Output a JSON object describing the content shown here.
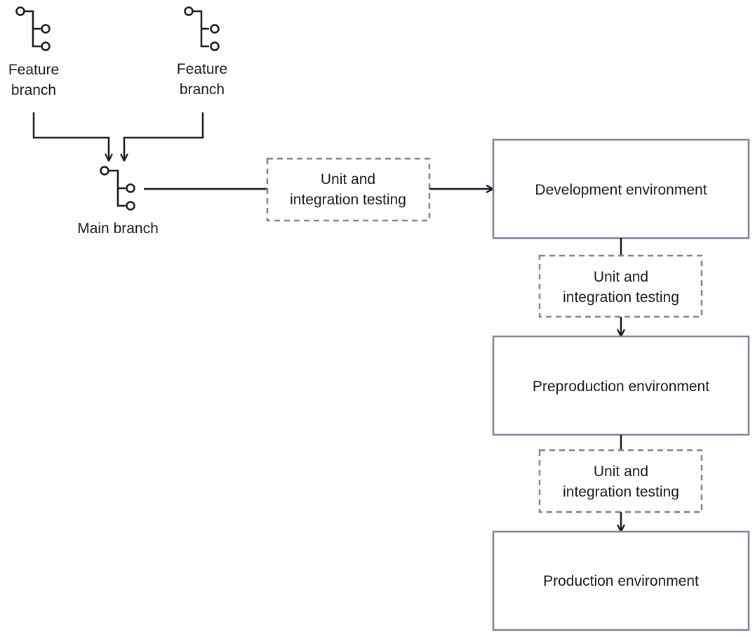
{
  "branches": {
    "feature_left": {
      "line1": "Feature",
      "line2": "branch"
    },
    "feature_right": {
      "line1": "Feature",
      "line2": "branch"
    },
    "main": {
      "label": "Main branch"
    }
  },
  "tests": [
    {
      "line1": "Unit and",
      "line2": "integration testing"
    },
    {
      "line1": "Unit and",
      "line2": "integration testing"
    },
    {
      "line1": "Unit and",
      "line2": "integration testing"
    }
  ],
  "environments": [
    {
      "label": "Development environment"
    },
    {
      "label": "Preproduction environment"
    },
    {
      "label": "Production environment"
    }
  ],
  "colors": {
    "line": "#16191f",
    "box_border": "#7d8199"
  }
}
